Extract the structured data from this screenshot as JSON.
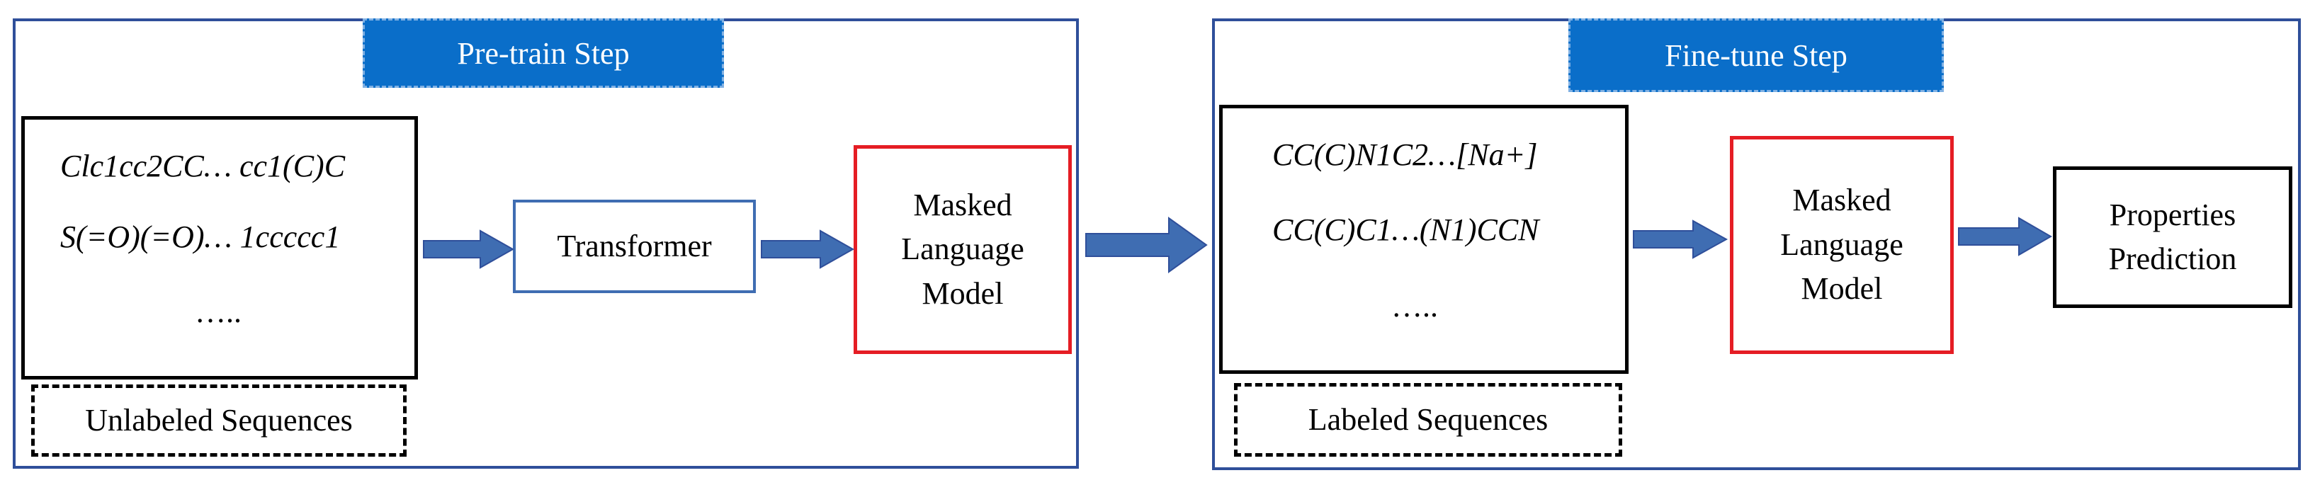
{
  "pretrain": {
    "title": "Pre-train Step",
    "sequences": [
      "Clc1cc2CC… cc1(C)C",
      "S(=O)(=O)… 1ccccc1"
    ],
    "ellipsis": "…..",
    "dataset_label": "Unlabeled Sequences",
    "transformer_label": "Transformer",
    "mlm_label": "Masked Language Model"
  },
  "finetune": {
    "title": "Fine-tune Step",
    "sequences": [
      "CC(C)N1C2…[Na+]",
      "CC(C)C1…(N1)CCN"
    ],
    "ellipsis": "…..",
    "dataset_label": "Labeled Sequences",
    "mlm_label": "Masked Language Model",
    "output_label": "Properties Prediction"
  },
  "colors": {
    "panel_border": "#2f4f9a",
    "tab_fill": "#0a6ec9",
    "arrow_fill": "#3f6db2",
    "mlm_border": "#e51d24"
  }
}
